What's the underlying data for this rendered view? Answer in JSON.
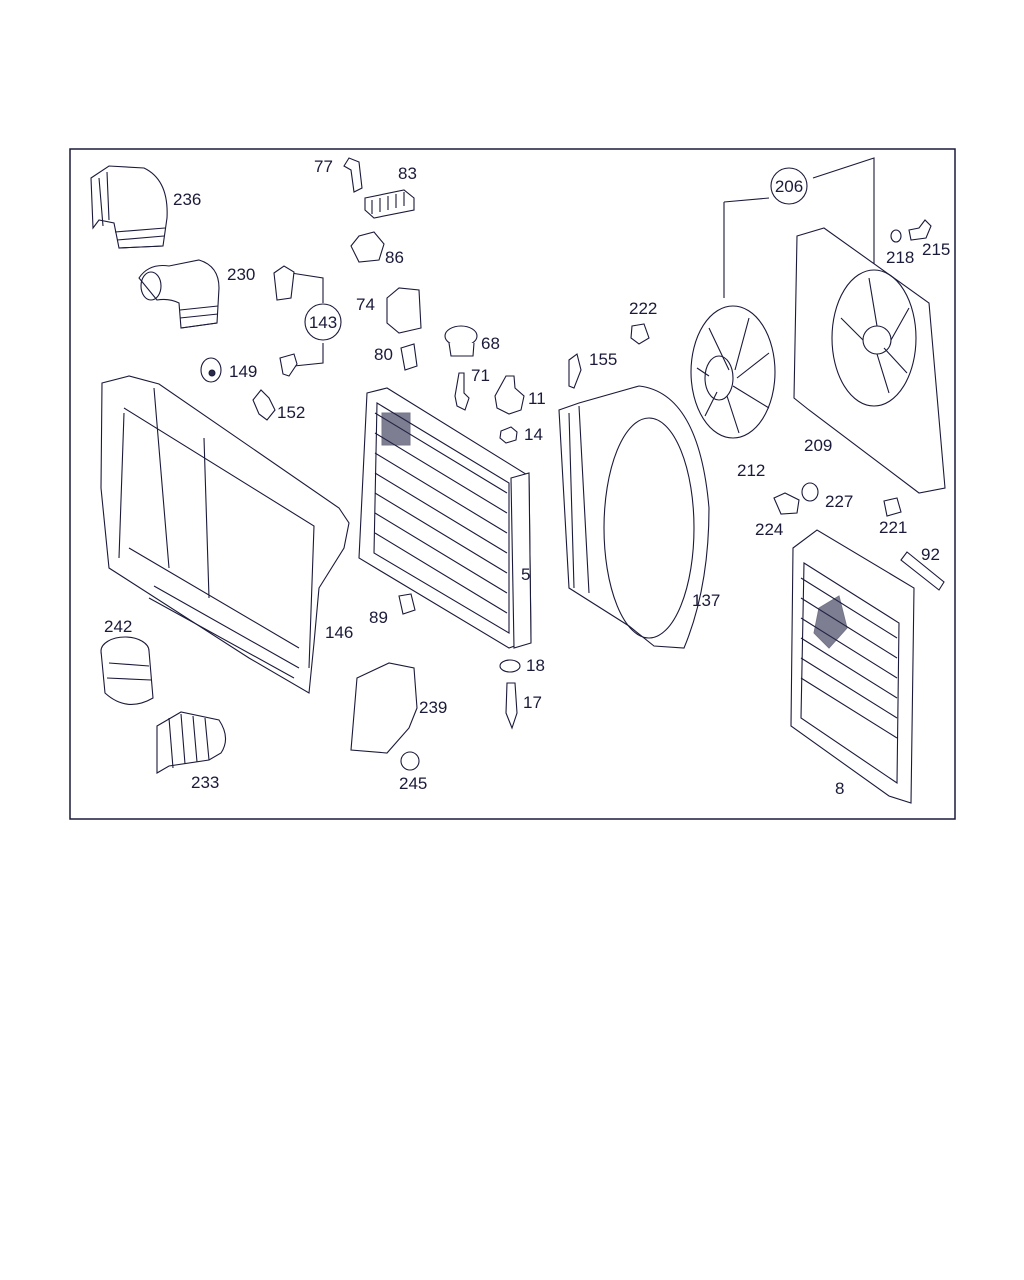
{
  "diagram": {
    "line_color": "#1a1a3a",
    "labels": {
      "l236": "236",
      "l230": "230",
      "l77": "77",
      "l83": "83",
      "l86": "86",
      "l74": "74",
      "l143": "143",
      "l80": "80",
      "l68": "68",
      "l71": "71",
      "l11": "11",
      "l14": "14",
      "l149": "149",
      "l152": "152",
      "l222": "222",
      "l155": "155",
      "l206": "206",
      "l218": "218",
      "l215": "215",
      "l212": "212",
      "l209": "209",
      "l227": "227",
      "l224": "224",
      "l221": "221",
      "l92": "92",
      "l5": "5",
      "l137": "137",
      "l146": "146",
      "l89": "89",
      "l18": "18",
      "l17": "17",
      "l242": "242",
      "l239": "239",
      "l245": "245",
      "l233": "233",
      "l8": "8"
    }
  }
}
